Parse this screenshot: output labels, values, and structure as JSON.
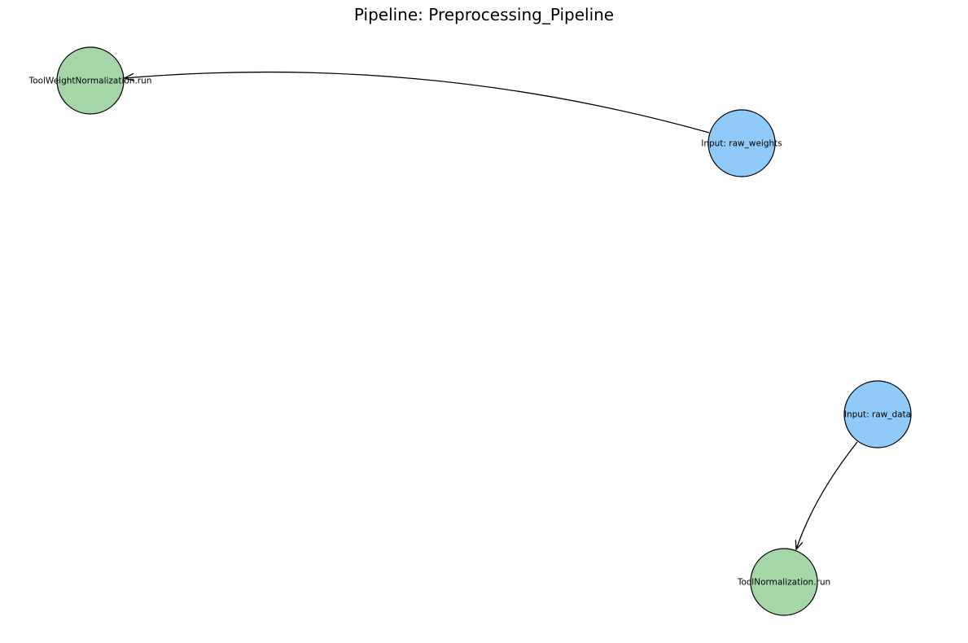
{
  "title": "Pipeline: Preprocessing_Pipeline",
  "colors": {
    "input": "#90CAF9",
    "tool": "#A5D6A7",
    "stroke": "#000000"
  },
  "nodes": [
    {
      "id": "tool_weight_norm",
      "label": "ToolWeightNormalization.run",
      "kind": "tool"
    },
    {
      "id": "input_raw_weights",
      "label": "Input: raw_weights",
      "kind": "input"
    },
    {
      "id": "input_raw_data",
      "label": "Input: raw_data",
      "kind": "input"
    },
    {
      "id": "tool_norm",
      "label": "ToolNormalization.run",
      "kind": "tool"
    }
  ],
  "edges": [
    {
      "from": "input_raw_weights",
      "to": "tool_weight_norm"
    },
    {
      "from": "input_raw_data",
      "to": "tool_norm"
    }
  ]
}
